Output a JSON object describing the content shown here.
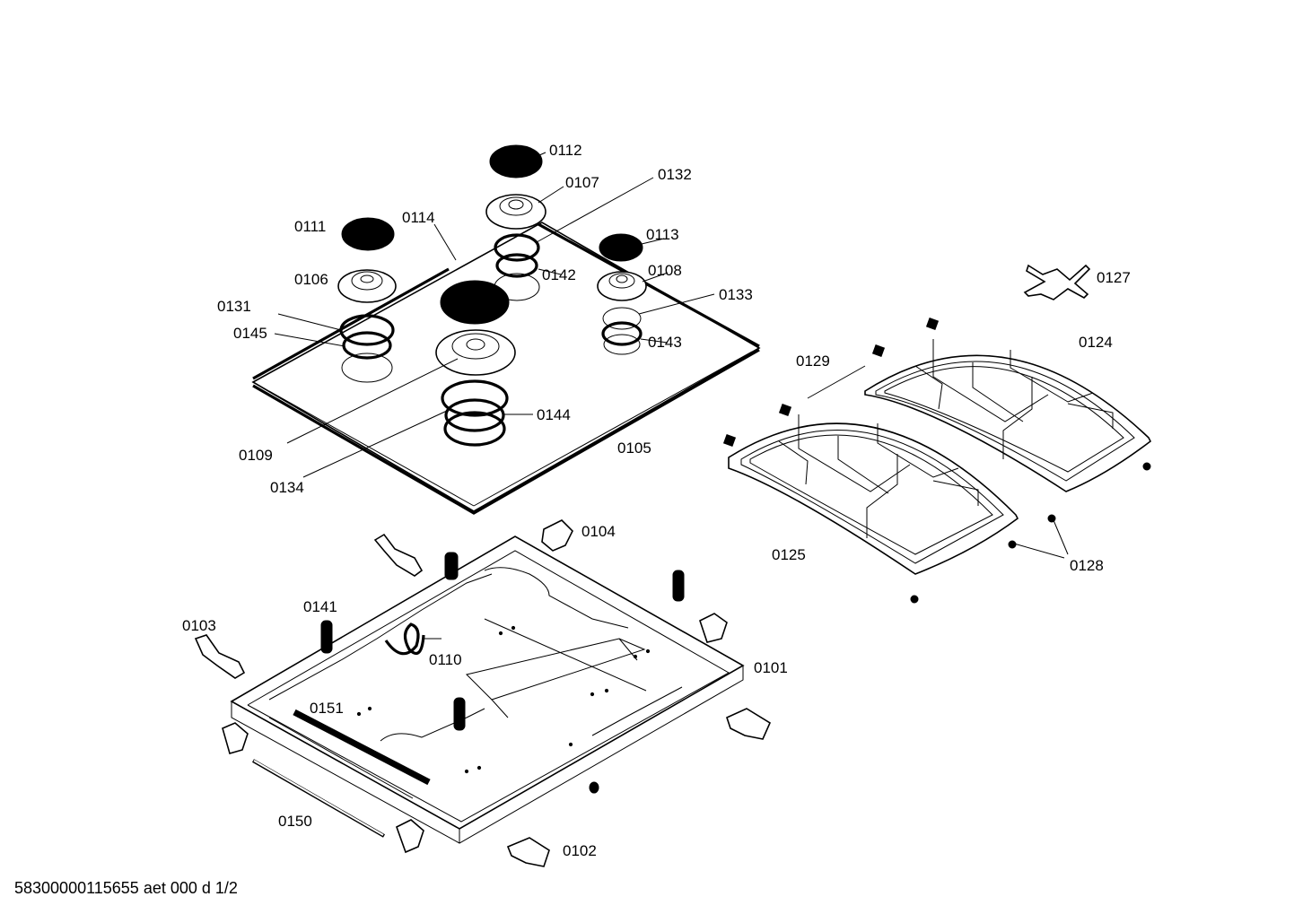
{
  "document": {
    "footer_code": "58300000115655 aet 000 d 1/2"
  },
  "labels": {
    "p0112": "0112",
    "p0107": "0107",
    "p0132": "0132",
    "p0111": "0111",
    "p0114": "0114",
    "p0113": "0113",
    "p0106": "0106",
    "p0142": "0142",
    "p0108": "0108",
    "p0133": "0133",
    "p0131": "0131",
    "p0145": "0145",
    "p0143": "0143",
    "p0144": "0144",
    "p0109": "0109",
    "p0134": "0134",
    "p0105": "0105",
    "p0127": "0127",
    "p0124": "0124",
    "p0129": "0129",
    "p0125": "0125",
    "p0128": "0128",
    "p0104": "0104",
    "p0141": "0141",
    "p0103": "0103",
    "p0110": "0110",
    "p0101": "0101",
    "p0151": "0151",
    "p0150": "0150",
    "p0102": "0102"
  }
}
